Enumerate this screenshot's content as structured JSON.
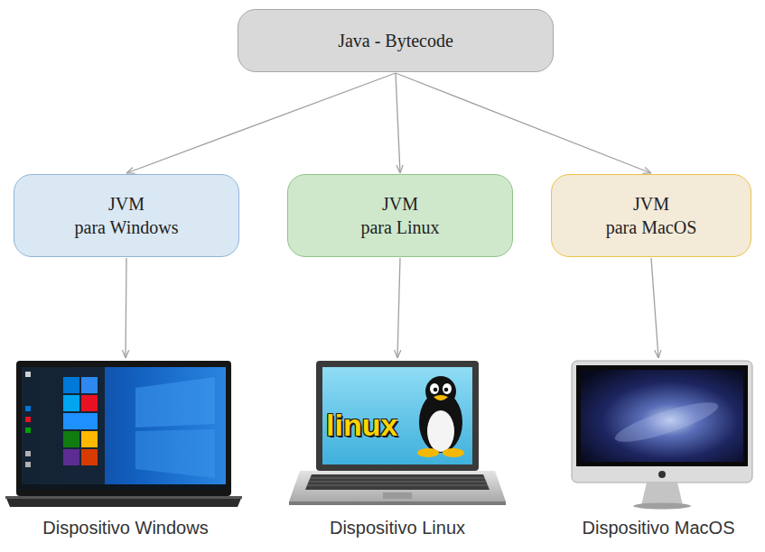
{
  "diagram": {
    "nodes": [
      {
        "text": [
          "Java - Bytecode"
        ]
      },
      {
        "text": [
          "JVM para Windows"
        ]
      },
      {
        "text": [
          "JVM para Linux"
        ]
      },
      {
        "text": [
          "JVM para MacOS"
        ]
      },
      {
        "text": [
          "Dispositivo Windows"
        ]
      },
      {
        "text": [
          "Dispositivo Linux"
        ]
      },
      {
        "text": [
          "Dispositivo MacOS"
        ]
      }
    ],
    "edges": [
      {
        "from": 0,
        "to": 1,
        "arrow": "to"
      },
      {
        "from": 0,
        "to": 2,
        "arrow": "to"
      },
      {
        "from": 0,
        "to": 3,
        "arrow": "to"
      },
      {
        "from": 1,
        "to": 4,
        "arrow": "to"
      },
      {
        "from": 2,
        "to": 5,
        "arrow": "to"
      },
      {
        "from": 3,
        "to": 6,
        "arrow": "to"
      }
    ],
    "labels": [
      "linux"
    ]
  }
}
